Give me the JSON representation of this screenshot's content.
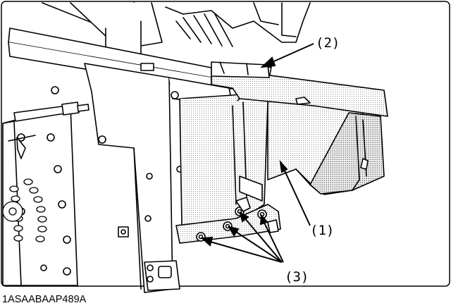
{
  "figure": {
    "callouts": [
      {
        "id": "callout-1",
        "text": "(1)"
      },
      {
        "id": "callout-2",
        "text": "(2)"
      },
      {
        "id": "callout-3",
        "text": "(3)"
      }
    ],
    "image_code": "1ASAABAAP489A"
  }
}
